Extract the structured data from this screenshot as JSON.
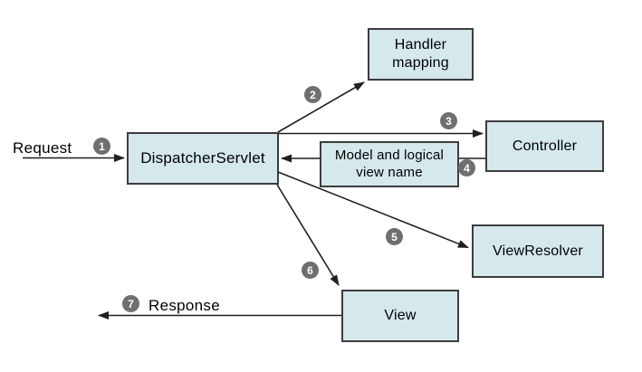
{
  "diagram": {
    "kind": "flow-diagram",
    "colors": {
      "background": "#ffffff",
      "node_fill": "#d5e8ec",
      "node_border": "#3d3d3d",
      "badge_fill": "#6f6f6f",
      "badge_text": "#ffffff",
      "line": "#1f1f1f",
      "text": "#000000"
    },
    "nodes": {
      "dispatcher": {
        "label": "DispatcherServlet"
      },
      "handler_mapping": {
        "label": "Handler mapping"
      },
      "controller": {
        "label": "Controller"
      },
      "model_view": {
        "label": "Model and logical view name"
      },
      "view_resolver": {
        "label": "ViewResolver"
      },
      "view": {
        "label": "View"
      }
    },
    "labels": {
      "request": "Request",
      "response": "Response"
    },
    "badges": [
      "1",
      "2",
      "3",
      "4",
      "5",
      "6",
      "7"
    ],
    "edges": [
      {
        "badge": "1",
        "label": "Request",
        "from": "client",
        "to": "dispatcher"
      },
      {
        "badge": "2",
        "label": "",
        "from": "dispatcher",
        "to": "handler_mapping"
      },
      {
        "badge": "3",
        "label": "",
        "from": "dispatcher",
        "to": "controller"
      },
      {
        "badge": "4",
        "label": "",
        "from": "controller",
        "to": "dispatcher",
        "via": "model_view"
      },
      {
        "badge": "5",
        "label": "",
        "from": "dispatcher",
        "to": "view_resolver"
      },
      {
        "badge": "6",
        "label": "",
        "from": "dispatcher",
        "to": "view"
      },
      {
        "badge": "7",
        "label": "Response",
        "from": "view",
        "to": "client"
      }
    ]
  }
}
